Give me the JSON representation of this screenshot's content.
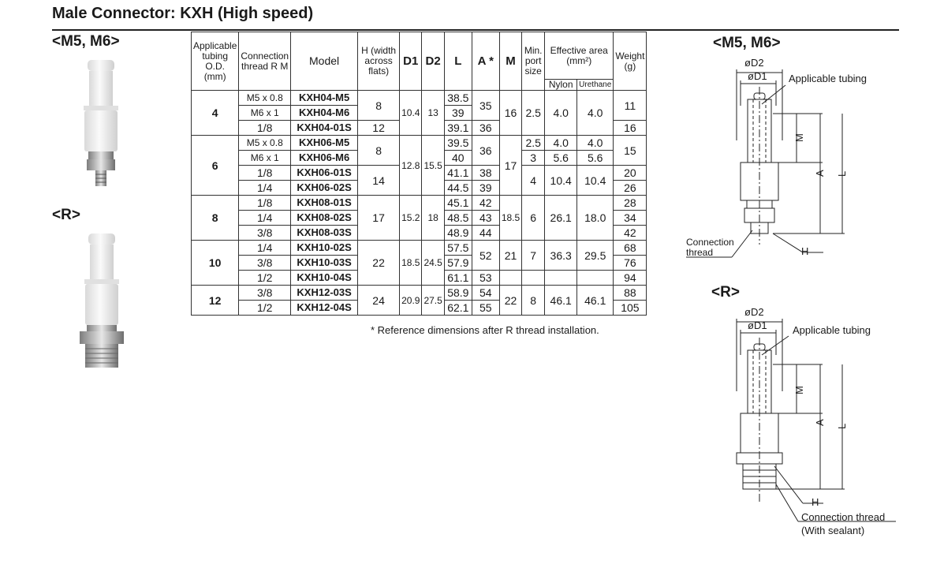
{
  "title": "Male Connector: KXH (High speed)",
  "left_section_m": "<M5, M6>",
  "left_section_r": "<R>",
  "right_section_m": "<M5, M6>",
  "right_section_r": "<R>",
  "headers": {
    "tubing": "Applicable tubing O.D. (mm)",
    "thread": "Connection thread R M",
    "model": "Model",
    "h": "H (width across flats)",
    "d1": "D1",
    "d2": "D2",
    "l": "L",
    "a": "A *",
    "m": "M",
    "min_port": "Min. port size",
    "eff_area": "Effective area (mm²)",
    "nylon": "Nylon",
    "urethane": "Urethane",
    "weight": "Weight (g)"
  },
  "rows": [
    {
      "od": "4",
      "thread": "M5 x 0.8",
      "model": "KXH04-M5",
      "h": "8",
      "d1": "10.4",
      "d2": "13",
      "l": "38.5",
      "a": "35",
      "m": "16",
      "port": "2.5",
      "nylon": "4.0",
      "urethane": "4.0",
      "weight": "11"
    },
    {
      "thread": "M6 x 1",
      "model": "KXH04-M6",
      "l": "39"
    },
    {
      "thread": "1/8",
      "model": "KXH04-01S",
      "h": "12",
      "l": "39.1",
      "a": "36",
      "weight": "16"
    },
    {
      "od": "6",
      "thread": "M5 x 0.8",
      "model": "KXH06-M5",
      "h": "8",
      "d1": "12.8",
      "d2": "15.5",
      "l": "39.5",
      "a": "36",
      "m": "17",
      "port": "2.5",
      "nylon": "4.0",
      "urethane": "4.0",
      "weight": "15"
    },
    {
      "thread": "M6 x 1",
      "model": "KXH06-M6",
      "l": "40",
      "port": "3",
      "nylon": "5.6",
      "urethane": "5.6"
    },
    {
      "thread": "1/8",
      "model": "KXH06-01S",
      "h": "14",
      "l": "41.1",
      "a": "38",
      "port": "4",
      "nylon": "10.4",
      "urethane": "10.4",
      "weight": "20"
    },
    {
      "thread": "1/4",
      "model": "KXH06-02S",
      "l": "44.5",
      "a": "39",
      "weight": "26"
    },
    {
      "od": "8",
      "thread": "1/8",
      "model": "KXH08-01S",
      "h": "17",
      "d1": "15.2",
      "d2": "18",
      "l": "45.1",
      "a": "42",
      "m": "18.5",
      "port": "6",
      "nylon": "26.1",
      "urethane": "18.0",
      "weight": "28"
    },
    {
      "thread": "1/4",
      "model": "KXH08-02S",
      "l": "48.5",
      "a": "43",
      "weight": "34"
    },
    {
      "thread": "3/8",
      "model": "KXH08-03S",
      "l": "48.9",
      "a": "44",
      "weight": "42"
    },
    {
      "od": "10",
      "thread": "1/4",
      "model": "KXH10-02S",
      "h": "22",
      "d1": "18.5",
      "d2": "24.5",
      "l": "57.5",
      "a": "52",
      "m": "21",
      "port": "7",
      "nylon": "36.3",
      "urethane": "29.5",
      "weight": "68"
    },
    {
      "thread": "3/8",
      "model": "KXH10-03S",
      "l": "57.9",
      "weight": "76"
    },
    {
      "thread": "1/2",
      "model": "KXH10-04S",
      "l": "61.1",
      "a": "53",
      "weight": "94"
    },
    {
      "od": "12",
      "thread": "3/8",
      "model": "KXH12-03S",
      "h": "24",
      "d1": "20.9",
      "d2": "27.5",
      "l": "58.9",
      "a": "54",
      "m": "22",
      "port": "8",
      "nylon": "46.1",
      "urethane": "46.1",
      "weight": "88"
    },
    {
      "thread": "1/2",
      "model": "KXH12-04S",
      "l": "62.1",
      "a": "55",
      "weight": "105"
    }
  ],
  "note": "* Reference dimensions after R thread installation.",
  "drawing_m": {
    "od2": "øD2",
    "od1": "øD1",
    "tubing": "Applicable tubing",
    "dim_m": "M",
    "dim_a": "A",
    "dim_l": "L",
    "dim_h": "H",
    "conn_1": "Connection",
    "conn_2": "thread"
  },
  "drawing_r": {
    "od2": "øD2",
    "od1": "øD1",
    "tubing": "Applicable tubing",
    "dim_m": "M",
    "dim_a": "A",
    "dim_l": "L",
    "dim_h": "H",
    "conn_1": "Connection thread",
    "conn_2": "(With sealant)"
  }
}
